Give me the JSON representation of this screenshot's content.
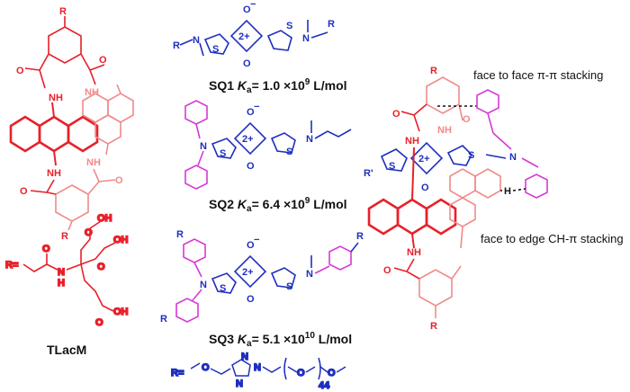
{
  "colors": {
    "red": "#e8202a",
    "pink": "#f08a8a",
    "blue": "#1f2fbf",
    "magenta": "#d63ad6",
    "black": "#111111"
  },
  "host": {
    "name": "TLacM",
    "r_label": "R=",
    "atoms": {
      "r_top": "R",
      "r_bottom": "R",
      "nh1": "NH",
      "nh2": "NH",
      "nh3": "NH",
      "nh4": "NH",
      "o1": "O",
      "o2": "O",
      "o3": "O",
      "o4": "O"
    },
    "r_substituent": {
      "oh1": "OH",
      "oh2": "OH",
      "oh3": "OH",
      "o_a": "O",
      "o_b": "O",
      "o_c": "O",
      "o_amide": "O",
      "nh": "N",
      "h": "H"
    }
  },
  "guests": [
    {
      "name": "SQ1",
      "ka_symbol": "K",
      "ka_sub": "a",
      "ka_value": "= 1.0 ×10",
      "ka_exp": "9",
      "ka_unit": " L/mol"
    },
    {
      "name": "SQ2",
      "ka_symbol": "K",
      "ka_sub": "a",
      "ka_value": "= 6.4 ×10",
      "ka_exp": "9",
      "ka_unit": " L/mol"
    },
    {
      "name": "SQ3",
      "ka_symbol": "K",
      "ka_sub": "a",
      "ka_value": "= 5.1 ×10",
      "ka_exp": "10",
      "ka_unit": " L/mol"
    }
  ],
  "squaraine_atoms": {
    "o_minus": "O",
    "minus": "−",
    "core": "2+",
    "s": "S",
    "n": "N",
    "r": "R"
  },
  "peg_r": {
    "label": "R=",
    "o1": "O",
    "n1": "N",
    "n2": "N",
    "n3": "N",
    "o2": "O",
    "o3": "O",
    "repeat": "44"
  },
  "complex": {
    "annotation_top": "face to face π-π stacking",
    "annotation_bottom": "face to edge CH-π stacking",
    "atoms": {
      "r_top": "R",
      "r_left": "R'",
      "r_bottom": "R",
      "nh1": "NH",
      "nh2": "NH",
      "nh3": "NH",
      "o1": "O",
      "o2": "O",
      "o3": "O",
      "s1": "S",
      "s2": "S",
      "n": "N",
      "core": "2+",
      "o_minus": "O",
      "h": "H"
    }
  }
}
